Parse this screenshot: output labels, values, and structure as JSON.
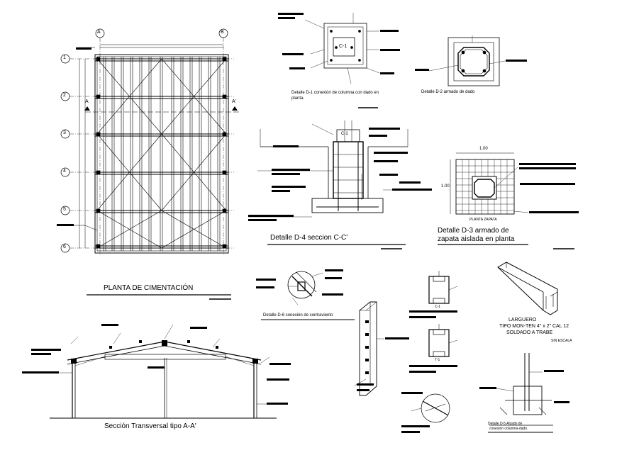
{
  "plan": {
    "title": "PLANTA DE CIMENTACIÓN",
    "axis_letters": [
      "A",
      "B"
    ],
    "axis_numbers": [
      "1",
      "2",
      "3",
      "4",
      "5",
      "6"
    ],
    "section_mark": "A",
    "section_mark_prime": "A'"
  },
  "details": {
    "d1_caption": "Detalle D-1 conexión de columna con dado en planta.",
    "d1_tag": "C-1",
    "d2_caption": "Detalle D-2 armado de dado",
    "d4_caption": "Detalle D-4 seccion C-C'",
    "d4_tag": "C-1",
    "d3_caption": "Detalle D-3 armado de zapata aislada en planta",
    "d3_dim_h": "1.00",
    "d3_dim_v": "1.00",
    "d3_sub": "PLANTA ZAPATA",
    "d6_caption": "Detalle D-6 conexión de contraviento",
    "d5_caption_1": "Detalle D-5 Alzado de",
    "d5_caption_2": "conexión columna-dado."
  },
  "section": {
    "title": "Sección Transversal tipo A-A'"
  },
  "largero": {
    "title": "LARGUERO",
    "line2": "TIPO MON-TEN 4\" x 2\" CAL 12",
    "line3": "SOLDADO A TRABE",
    "scale": "SIN ESCALA"
  },
  "column_sections": {
    "c1": "C-1",
    "t1": "T-1"
  },
  "colors": {
    "ink": "#000000",
    "paper": "#ffffff"
  }
}
